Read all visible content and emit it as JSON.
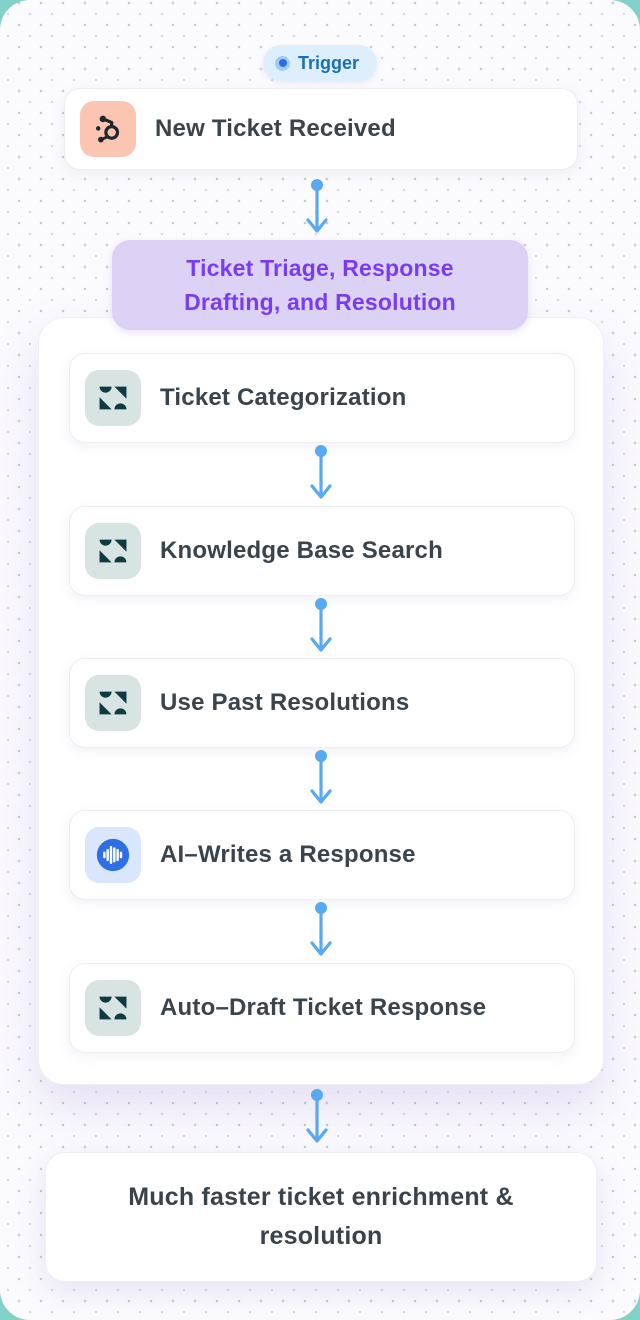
{
  "badge": {
    "label": "Trigger"
  },
  "trigger_card": {
    "title": "New Ticket Received",
    "icon": "hubspot-icon"
  },
  "banner": {
    "line1": "Ticket Triage, Response",
    "line2": "Drafting, and Resolution"
  },
  "steps": [
    {
      "title": "Ticket Categorization",
      "icon": "zendesk-icon"
    },
    {
      "title": "Knowledge Base Search",
      "icon": "zendesk-icon"
    },
    {
      "title": "Use Past Resolutions",
      "icon": "zendesk-icon"
    },
    {
      "title": "AI–Writes a Response",
      "icon": "ai-waveform-icon"
    },
    {
      "title": "Auto–Draft Ticket Response",
      "icon": "zendesk-icon"
    }
  ],
  "result_card": {
    "line1": "Much faster ticket enrichment &",
    "line2": "resolution"
  },
  "colors": {
    "outer_background": "#83d2c9",
    "canvas_background": "#fbfafd",
    "arrow_blue": "#58a9f1",
    "banner_background": "#dcd2f5",
    "banner_text": "#7a3cf0",
    "trigger_badge_background": "#ddeffd",
    "trigger_badge_text": "#1b70b5",
    "trigger_dot": "#2a6ee0",
    "hubspot_tile": "#fbc5b2",
    "zendesk_tile": "#d7e4e2",
    "zendesk_mark": "#0e3a40",
    "ai_tile": "#d9e6fb",
    "ai_circle": "#2e6fe6",
    "card_text": "#3a444d"
  }
}
